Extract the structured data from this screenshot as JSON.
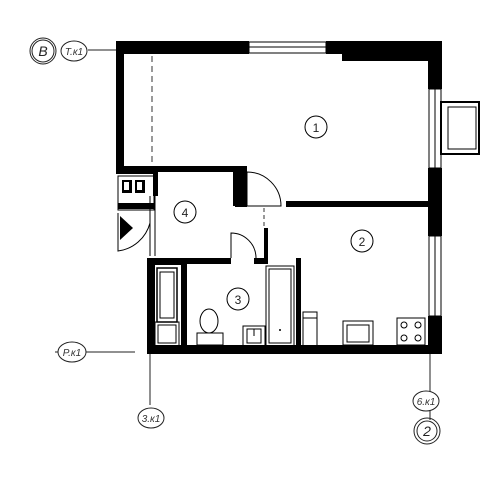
{
  "plan": {
    "rooms": [
      {
        "id": "room-1",
        "number": "1"
      },
      {
        "id": "room-2",
        "number": "2"
      },
      {
        "id": "room-3",
        "number": "3"
      },
      {
        "id": "room-4",
        "number": "4"
      }
    ],
    "axes": {
      "top_left_axis": "B",
      "top_left_mark": "T.к1",
      "left_mark": "P.к1",
      "bottom_left_mark": "3.к1",
      "bottom_right_mark": "6.к1",
      "bottom_right_axis": "2"
    },
    "colors": {
      "wall": "#000000",
      "line": "#1a1a1a"
    }
  }
}
